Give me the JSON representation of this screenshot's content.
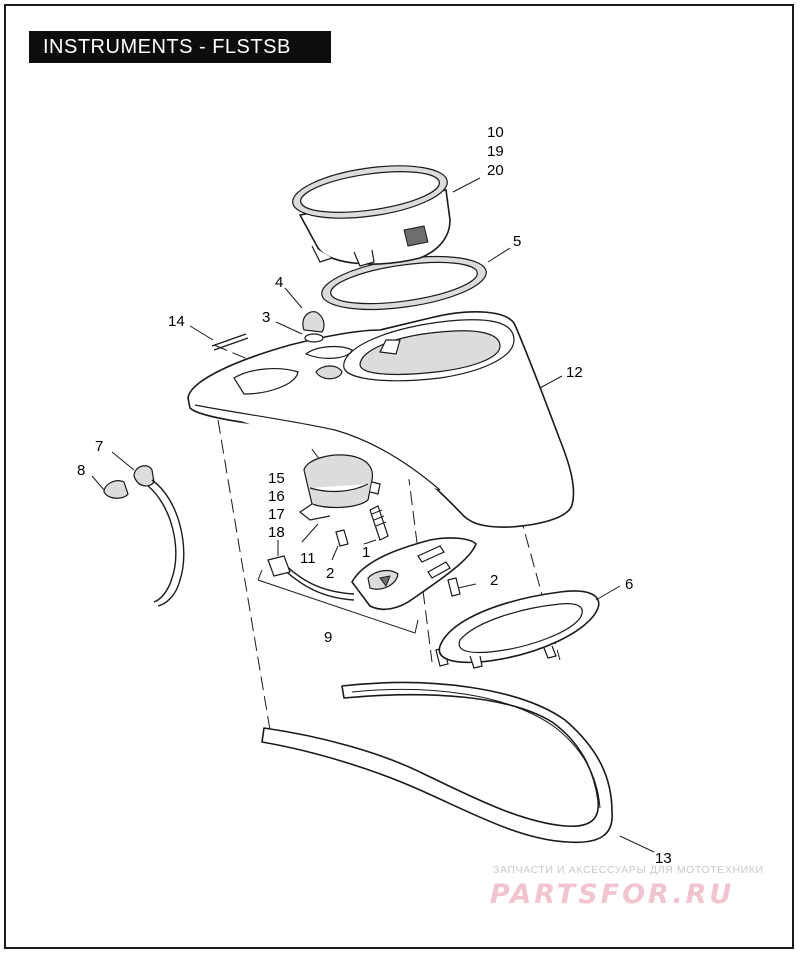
{
  "title": "INSTRUMENTS - FLSTSB",
  "callouts": {
    "c10": "10",
    "c19": "19",
    "c20": "20",
    "c5": "5",
    "c4": "4",
    "c3": "3",
    "c14": "14",
    "c12": "12",
    "c7": "7",
    "c8": "8",
    "c15": "15",
    "c16": "16",
    "c17": "17",
    "c18": "18",
    "c11": "11",
    "c1": "1",
    "c2a": "2",
    "c2b": "2",
    "c9": "9",
    "c6": "6",
    "c13": "13"
  },
  "watermark": {
    "tagline": "ЗАПЧАСТИ И АКСЕССУАРЫ ДЛЯ МОТОТЕХНИКИ",
    "brand": "PARTSFOR.RU",
    "brand_color": "#f2c4cf"
  }
}
